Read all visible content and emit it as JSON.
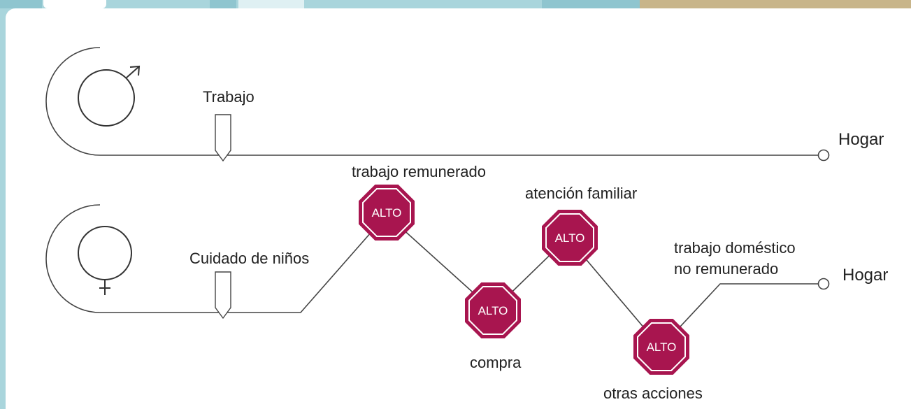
{
  "colors": {
    "frame": "#a9d5dc",
    "tab_dark": "#8fc5cf",
    "tab_light": "#dff0f3",
    "accent_tan": "#c8b58a",
    "line": "#444444",
    "stop_fill": "#a8154f",
    "stop_border": "#ffffff"
  },
  "icons": {
    "male": "male-symbol-icon",
    "female": "female-symbol-icon",
    "stop": "stop-sign-icon",
    "end": "circle-endpoint-icon"
  },
  "male_path": {
    "start_label": "Trabajo",
    "end_label": "Hogar"
  },
  "female_path": {
    "start_label": "Cuidado de niños",
    "end_label": "Hogar",
    "stops": [
      {
        "label": "trabajo remunerado",
        "sign": "ALTO"
      },
      {
        "label": "compra",
        "sign": "ALTO"
      },
      {
        "label": "atención familiar",
        "sign": "ALTO"
      },
      {
        "label": "otras acciones",
        "sign": "ALTO"
      }
    ],
    "final_label_line1": "trabajo doméstico",
    "final_label_line2": "no remunerado"
  }
}
